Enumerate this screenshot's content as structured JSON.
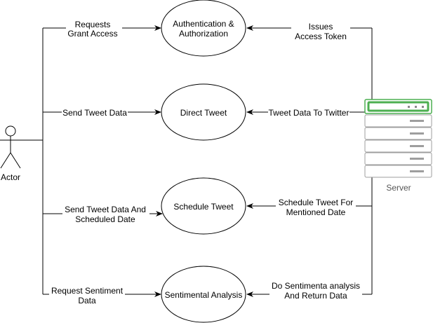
{
  "actor": {
    "label": "Actor"
  },
  "server": {
    "label": "Server",
    "accent_color": "#4caf50"
  },
  "use_cases": [
    {
      "label_line1": "Authentication &",
      "label_line2": "Authorization"
    },
    {
      "label": "Direct Tweet"
    },
    {
      "label": "Schedule Tweet"
    },
    {
      "label": "Sentimental Analysis"
    }
  ],
  "actor_edges": [
    {
      "line1": "Requests",
      "line2": "Grant Access"
    },
    {
      "line1": "Send Tweet Data"
    },
    {
      "line1": "Send Tweet Data And",
      "line2": "Scheduled Date"
    },
    {
      "line1": "Request Sentiment",
      "line2": "Data"
    }
  ],
  "server_edges": [
    {
      "line1": "Issues",
      "line2": "Access Token"
    },
    {
      "line1": "Tweet Data To Twitter"
    },
    {
      "line1": "Schedule Tweet For",
      "line2": "Mentioned Date"
    },
    {
      "line1": "Do Sentimenta analysis",
      "line2": "And Return Data"
    }
  ]
}
